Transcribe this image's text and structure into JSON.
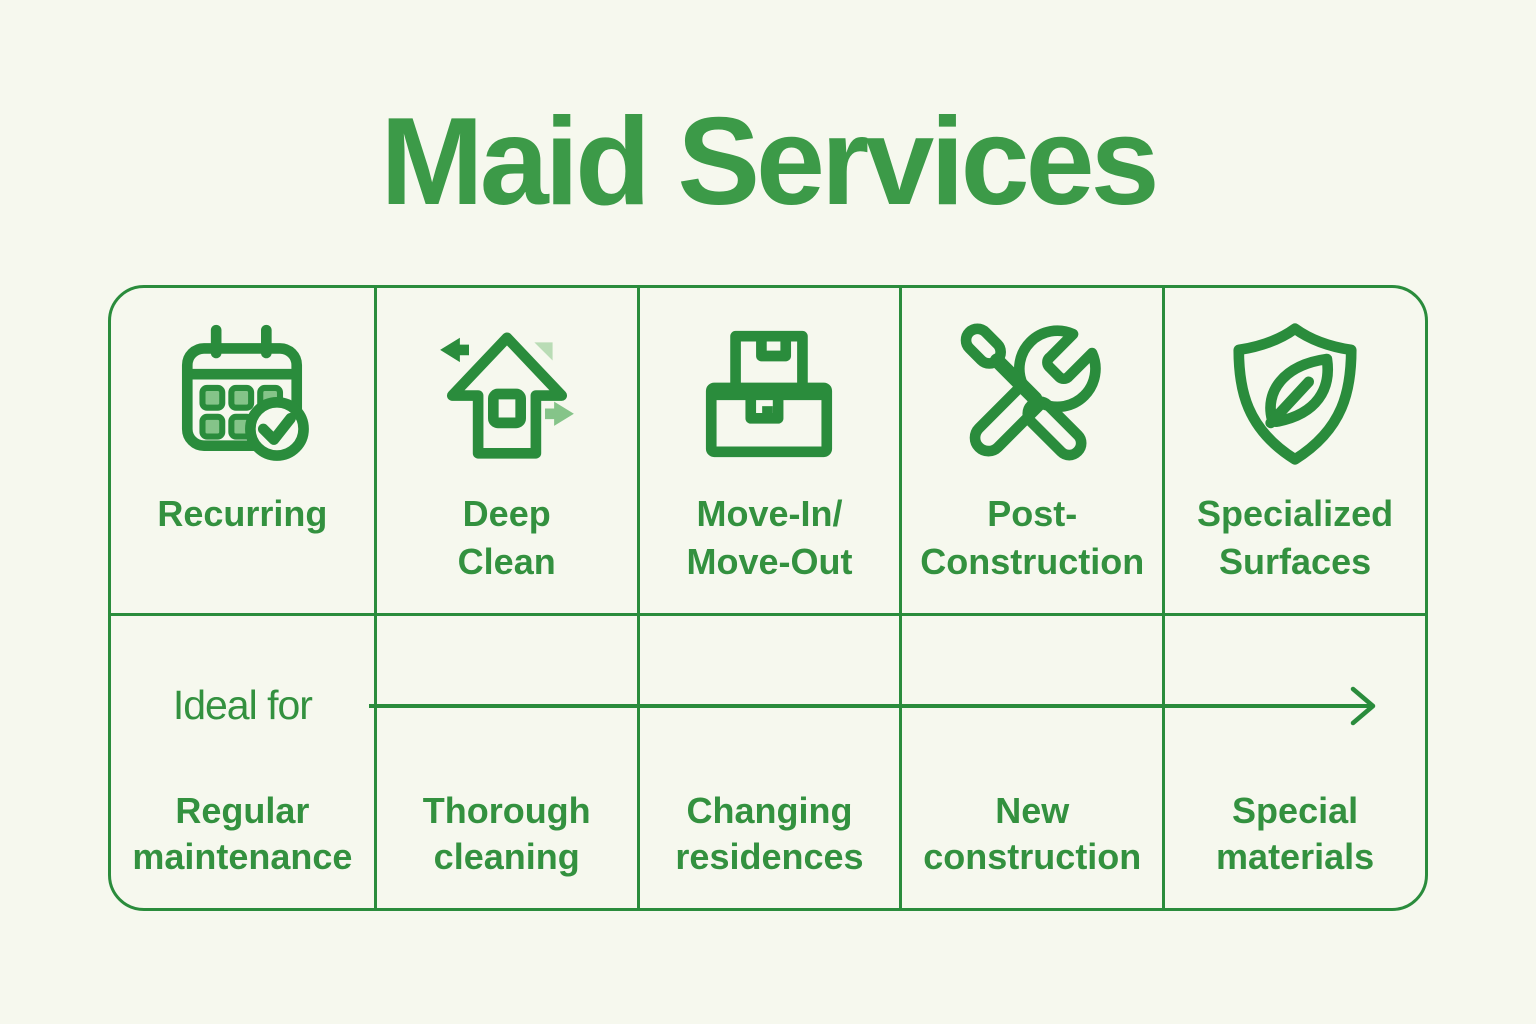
{
  "title": "Maid Services",
  "row_label": "Ideal for",
  "arrow": {
    "direction": "right"
  },
  "colors": {
    "background": "#f6f8ee",
    "border_green": "#2a8c3c",
    "text_green": "#33913f",
    "title_green": "#3c9a48",
    "light_green": "#85c489",
    "pale_green": "#b9dcb5"
  },
  "columns": [
    {
      "icon": "calendar-check-icon",
      "label_lines": [
        "Recurring",
        ""
      ],
      "ideal_lines": [
        "Regular",
        "maintenance"
      ]
    },
    {
      "icon": "house-arrows-icon",
      "label_lines": [
        "Deep",
        "Clean"
      ],
      "ideal_lines": [
        "Thorough",
        "cleaning"
      ]
    },
    {
      "icon": "moving-boxes-icon",
      "label_lines": [
        "Move-In/",
        "Move-Out"
      ],
      "ideal_lines": [
        "Changing",
        "residences"
      ]
    },
    {
      "icon": "tools-icon",
      "label_lines": [
        "Post-",
        "Construction"
      ],
      "ideal_lines": [
        "New",
        "construction"
      ]
    },
    {
      "icon": "shield-leaf-icon",
      "label_lines": [
        "Specialized",
        "Surfaces"
      ],
      "ideal_lines": [
        "Special",
        "materials"
      ]
    }
  ]
}
